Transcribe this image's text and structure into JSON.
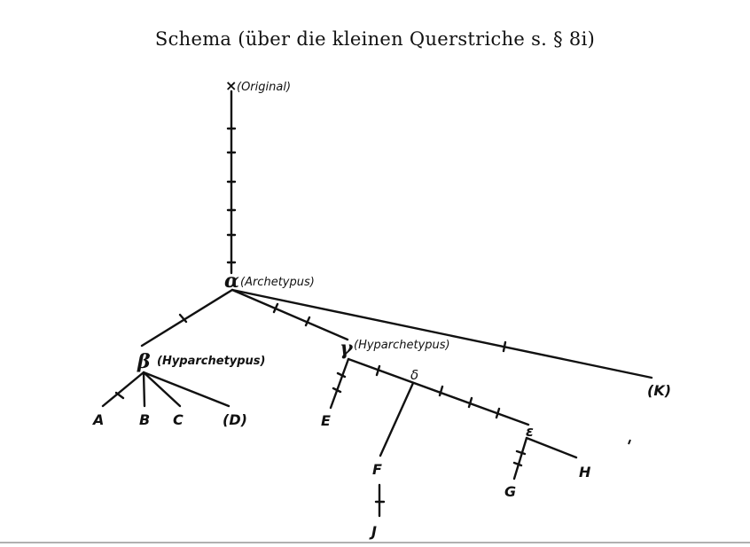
{
  "title": "Schema (über die kleinen Querstriche s. § 8i)",
  "labels": {
    "x_mark": "×",
    "original": "(Original)",
    "alpha": "α",
    "archetypus": "(Archetypus)",
    "beta": "β",
    "beta_hyp": "(Hyparchetypus)",
    "gamma": "γ",
    "gamma_hyp": "(Hyparchetypus)",
    "delta": "δ",
    "epsilon": "ε",
    "A": "A",
    "B": "B",
    "C": "C",
    "D": "(D)",
    "E": "E",
    "F": "F",
    "G": "G",
    "H": "H",
    "J": "J",
    "K": "(K)"
  }
}
